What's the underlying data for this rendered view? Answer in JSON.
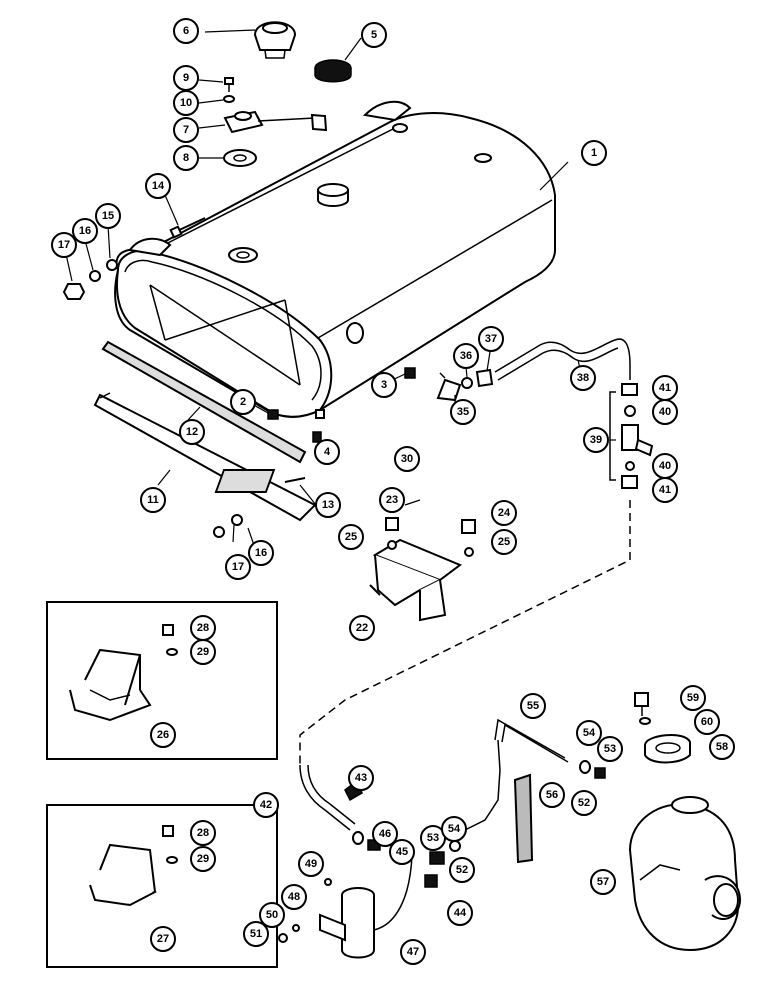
{
  "diagram": {
    "callouts": [
      {
        "label": "1"
      },
      {
        "label": "2"
      },
      {
        "label": "3"
      },
      {
        "label": "4"
      },
      {
        "label": "5"
      },
      {
        "label": "6"
      },
      {
        "label": "7"
      },
      {
        "label": "8"
      },
      {
        "label": "9"
      },
      {
        "label": "10"
      },
      {
        "label": "11"
      },
      {
        "label": "12"
      },
      {
        "label": "13"
      },
      {
        "label": "14"
      },
      {
        "label": "15"
      },
      {
        "label": "16"
      },
      {
        "label": "17"
      },
      {
        "label": "16"
      },
      {
        "label": "17"
      },
      {
        "label": "22"
      },
      {
        "label": "23"
      },
      {
        "label": "24"
      },
      {
        "label": "25"
      },
      {
        "label": "25"
      },
      {
        "label": "30"
      },
      {
        "label": "35"
      },
      {
        "label": "36"
      },
      {
        "label": "37"
      },
      {
        "label": "38"
      },
      {
        "label": "39"
      },
      {
        "label": "40"
      },
      {
        "label": "40"
      },
      {
        "label": "41"
      },
      {
        "label": "41"
      },
      {
        "label": "26"
      },
      {
        "label": "28"
      },
      {
        "label": "29"
      },
      {
        "label": "27"
      },
      {
        "label": "28"
      },
      {
        "label": "29"
      },
      {
        "label": "42"
      },
      {
        "label": "43"
      },
      {
        "label": "44"
      },
      {
        "label": "45"
      },
      {
        "label": "46"
      },
      {
        "label": "47"
      },
      {
        "label": "48"
      },
      {
        "label": "49"
      },
      {
        "label": "50"
      },
      {
        "label": "51"
      },
      {
        "label": "52"
      },
      {
        "label": "52"
      },
      {
        "label": "53"
      },
      {
        "label": "53"
      },
      {
        "label": "54"
      },
      {
        "label": "54"
      },
      {
        "label": "55"
      },
      {
        "label": "56"
      },
      {
        "label": "57"
      },
      {
        "label": "58"
      },
      {
        "label": "59"
      },
      {
        "label": "60"
      }
    ]
  }
}
